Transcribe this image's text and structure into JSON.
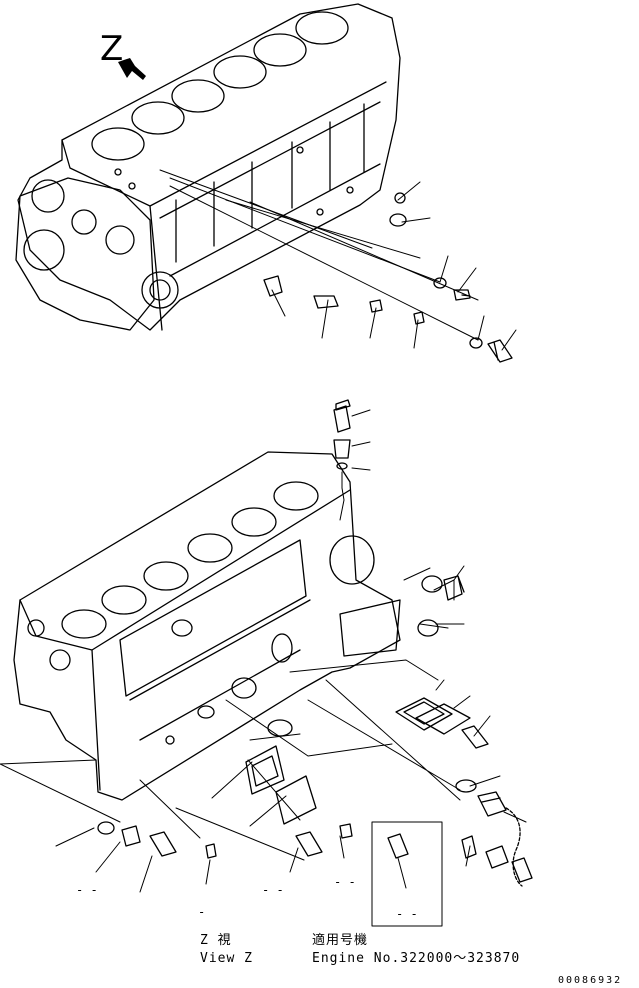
{
  "view_arrow_letter": "Z",
  "caption": {
    "view_jp": "Z 視",
    "view_en": "View Z",
    "applicable_jp": "適用号機",
    "engine_no": "Engine No.322000～323870"
  },
  "doc_number": "00086932",
  "placeholders": {
    "d1": "- -",
    "d2": "- -",
    "d3": "-",
    "d4": "- -",
    "d5": "- -",
    "d6": "- -"
  },
  "colors": {
    "ink": "#000000",
    "paper": "#ffffff"
  }
}
